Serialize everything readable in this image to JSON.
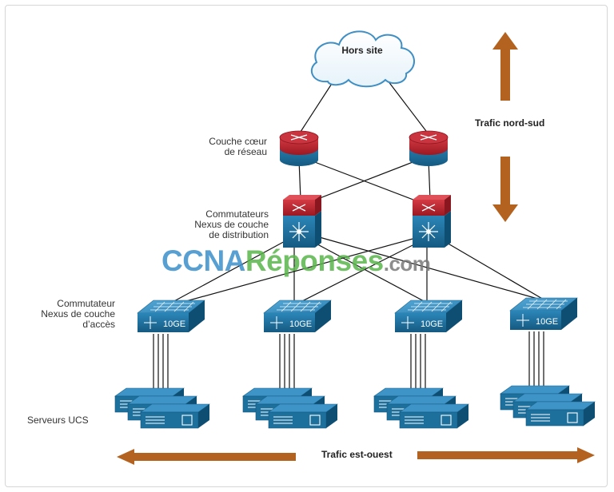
{
  "diagram": {
    "cloud_label": "Hors site",
    "core_label_lines": [
      "Couche cœur",
      "de réseau"
    ],
    "distribution_label_lines": [
      "Commutateurs",
      "Nexus de couche",
      "de distribution"
    ],
    "access_label_lines": [
      "Commutateur",
      "Nexus de couche",
      "d’accès"
    ],
    "servers_label": "Serveurs UCS",
    "north_south_label": "Trafic nord-sud",
    "east_west_label": "Trafic est-ouest",
    "access_switch_port_label": "10GE",
    "watermark": {
      "part1": "CCNA",
      "part2": "Réponses",
      "part3": ".com"
    },
    "colors": {
      "arrow": "#b4621f",
      "device_blue": "#1d6f9c",
      "device_top_red": "#b8202c",
      "watermark_blue": "#3b8fcb",
      "watermark_green": "#59b64c",
      "watermark_gray": "#7a7a7a"
    }
  }
}
